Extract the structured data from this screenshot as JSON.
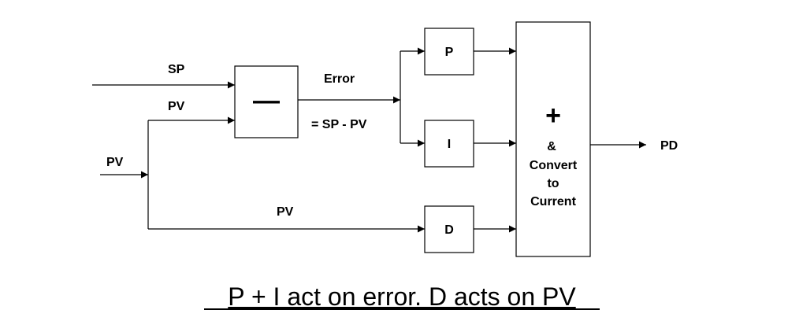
{
  "inputs": {
    "sp": "SP",
    "pv_top": "PV",
    "pv_left": "PV",
    "pv_bottom": "PV"
  },
  "subtractor": {
    "symbol": "—"
  },
  "error": {
    "label": "Error",
    "equation": "= SP - PV"
  },
  "blocks": {
    "p": "P",
    "i": "I",
    "d": "D"
  },
  "summer": {
    "symbol": "+",
    "line1": "&",
    "line2": "Convert",
    "line3": "to",
    "line4": "Current"
  },
  "output": {
    "label": "PD"
  },
  "caption": {
    "text": "P + I act on error.  D acts on PV"
  }
}
